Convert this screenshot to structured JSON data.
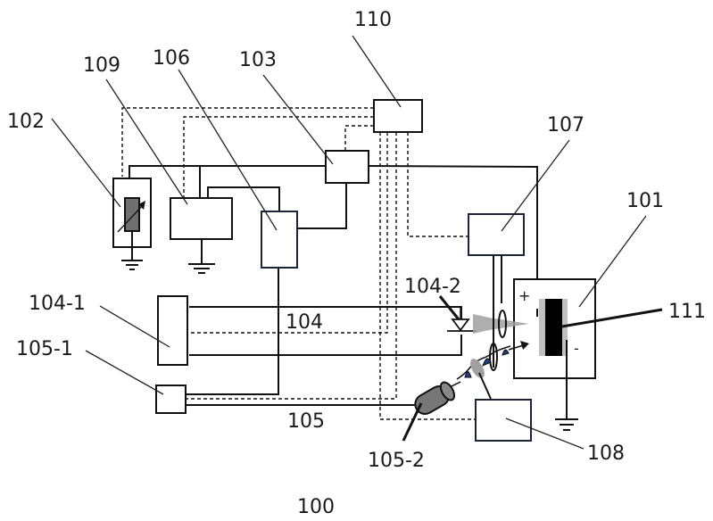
{
  "figure": {
    "caption": "100",
    "labels": {
      "l101": "101",
      "l102": "102",
      "l103": "103",
      "l104": "104",
      "l104_1": "104-1",
      "l104_2": "104-2",
      "l105": "105",
      "l105_1": "105-1",
      "l105_2": "105-2",
      "l106": "106",
      "l107": "107",
      "l108": "108",
      "l109": "109",
      "l110": "110",
      "l111": "111"
    },
    "polarity": {
      "plus": "+",
      "minus": "-"
    },
    "colors": {
      "line": "#111111",
      "beam_gray": "#a0a0a0",
      "electrode_light": "#c0c0c0",
      "electrode_dark": "#000000",
      "pulse_blue": "#1f3d7a",
      "collimator_gray": "#777777",
      "resistor_gray": "#707070"
    }
  }
}
